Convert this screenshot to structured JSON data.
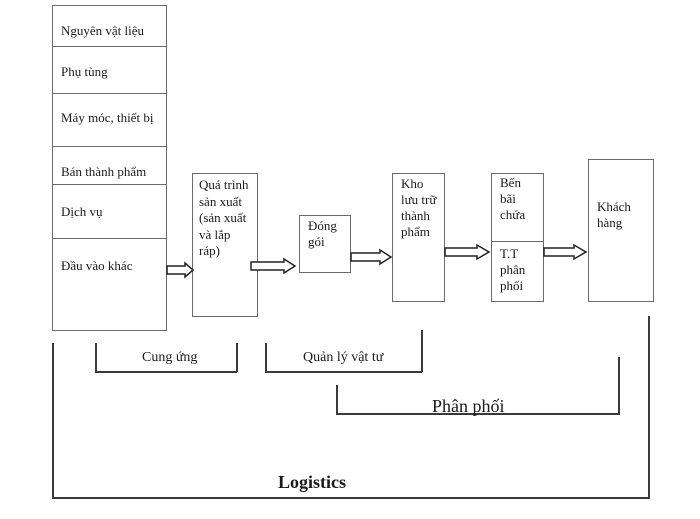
{
  "inputs": {
    "items": [
      "Nguyên vật liệu",
      "Phụ tùng",
      "Máy móc, thiết bị",
      "Bán thành phẩm",
      "Dịch vụ",
      "Đầu vào khác"
    ]
  },
  "process": {
    "production": "Quá trình sản xuất (sản xuất và lắp ráp)",
    "packaging": "Đóng gói",
    "warehouse": "Kho lưu trữ thành phẩm",
    "yard": "Bến bãi chứa",
    "distribution_center": "T.T phân phối",
    "customer": "Khách hàng"
  },
  "brackets": {
    "supply": "Cung ứng",
    "materials_management": "Quản lý vật tư",
    "distribution": "Phân phối",
    "logistics": "Logistics"
  }
}
